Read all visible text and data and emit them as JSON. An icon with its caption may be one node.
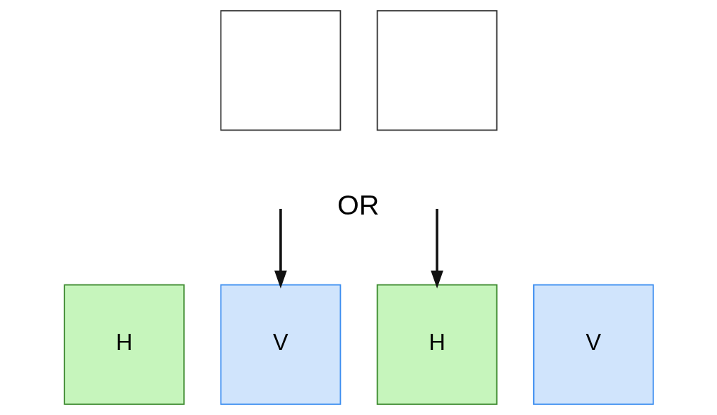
{
  "diagram": {
    "nodes": [
      {
        "text": [],
        "shape": "box"
      },
      {
        "text": [],
        "shape": "box"
      },
      {
        "text": [
          "H"
        ]
      },
      {
        "text": [
          "V"
        ]
      },
      {
        "text": [
          "H"
        ]
      },
      {
        "text": [
          "V"
        ]
      }
    ],
    "edges": [
      {
        "from": null,
        "to": 3,
        "arrow": "to"
      },
      {
        "from": null,
        "to": 4,
        "arrow": "to"
      }
    ],
    "labels": [
      "OR"
    ]
  }
}
